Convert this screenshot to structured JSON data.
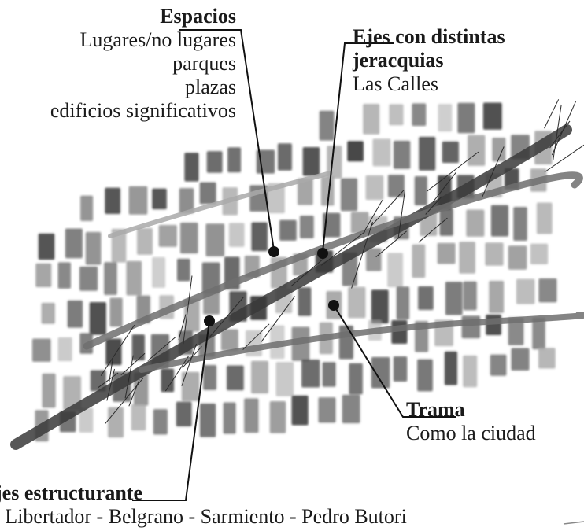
{
  "labels": {
    "espacios": {
      "title": "Espacios",
      "lines": [
        "Lugares/no lugares",
        "parques",
        "plazas",
        "edificios significativos"
      ]
    },
    "ejes": {
      "title": "Ejes con distintas",
      "title2": "jeracquias",
      "lines": [
        "Las Calles"
      ]
    },
    "trama": {
      "title": "Trama",
      "lines": [
        "Como la ciudad"
      ]
    },
    "estructurante": {
      "title": "jes estructurante",
      "lines": [
        "v. Libertador - Belgrano - Sarmiento - Pedro Butori"
      ]
    }
  },
  "colors": {
    "ink": "#1a1a1a",
    "wash_dark": "#3a3a3a",
    "wash_mid": "#6e6e6e",
    "wash_light": "#a9a9a9"
  }
}
